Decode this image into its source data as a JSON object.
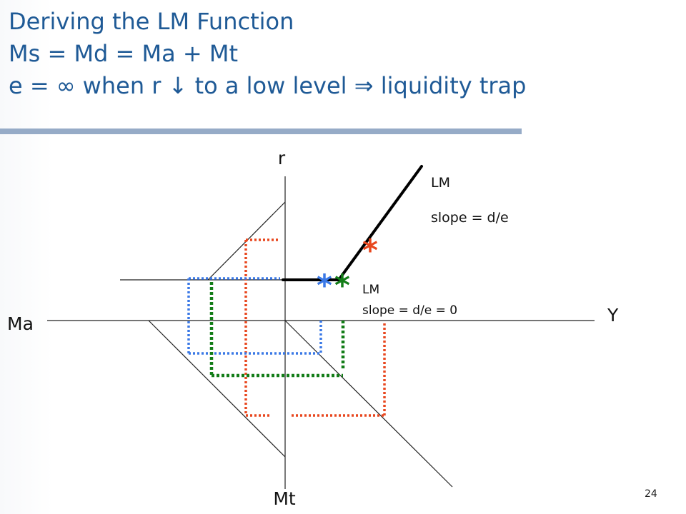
{
  "slide": {
    "title_lines": [
      "Deriving the LM Function",
      "Ms = Md = Ma + Mt",
      "e = ∞ when r ↓ to a low level ⇒ liquidity trap"
    ],
    "page_number": "24"
  },
  "diagram": {
    "axis_labels": {
      "top": "r",
      "left": "Ma",
      "right": "Y",
      "bottom": "Mt"
    },
    "annotations": {
      "upper_title": "LM",
      "upper_slope": "slope = d/e",
      "lower_title": "LM",
      "lower_slope": "slope = d/e = 0"
    },
    "markers": [
      "*",
      "*",
      "*"
    ],
    "colors": {
      "title": "#1f5a96",
      "rule": "#96abc7",
      "red": "#e8471e",
      "blue": "#3a78e6",
      "green": "#137d18",
      "lm": "#000000",
      "axes": "#222222"
    }
  }
}
